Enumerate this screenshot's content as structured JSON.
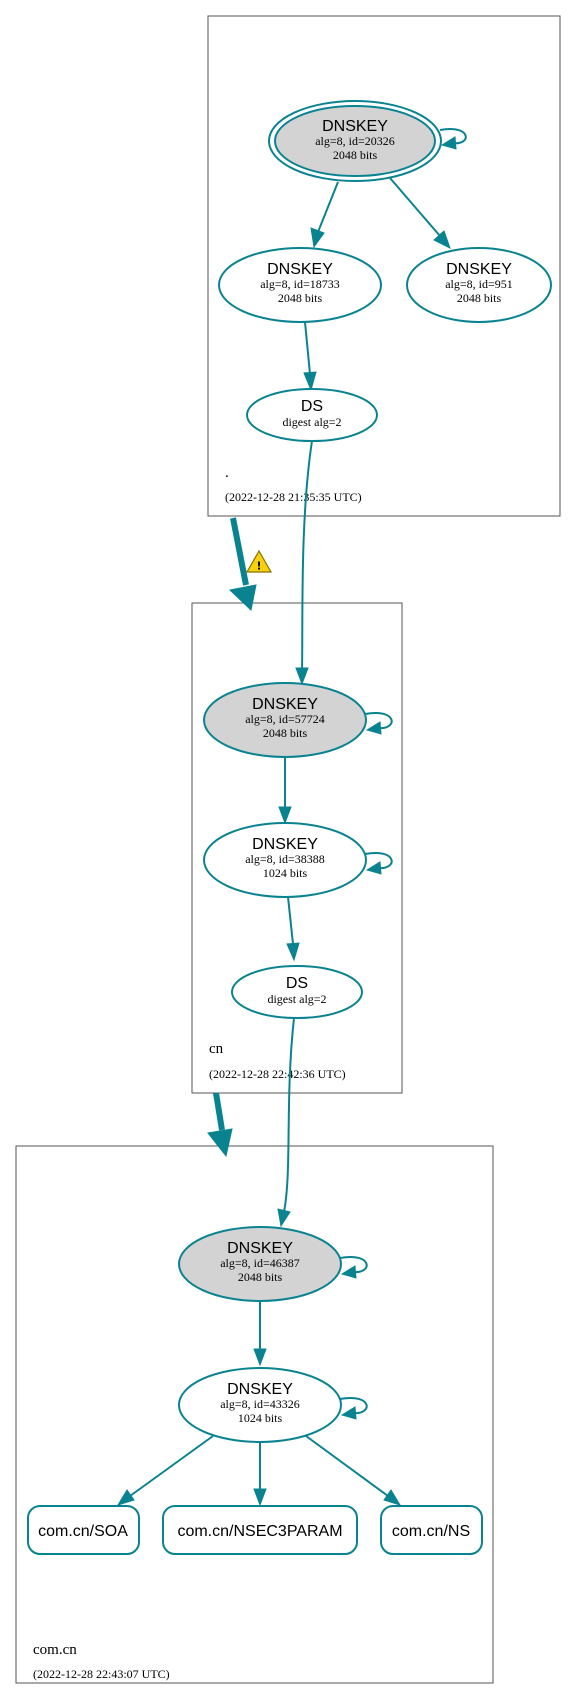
{
  "zones": {
    "root": {
      "name": ".",
      "timestamp": "(2022-12-28 21:35:35 UTC)"
    },
    "cn": {
      "name": "cn",
      "timestamp": "(2022-12-28 22:42:36 UTC)"
    },
    "comcn": {
      "name": "com.cn",
      "timestamp": "(2022-12-28 22:43:07 UTC)"
    }
  },
  "nodes": {
    "root_ksk": {
      "title": "DNSKEY",
      "line1": "alg=8, id=20326",
      "line2": "2048 bits"
    },
    "root_zsk": {
      "title": "DNSKEY",
      "line1": "alg=8, id=18733",
      "line2": "2048 bits"
    },
    "root_zsk2": {
      "title": "DNSKEY",
      "line1": "alg=8, id=951",
      "line2": "2048 bits"
    },
    "root_ds": {
      "title": "DS",
      "line1": "digest alg=2"
    },
    "cn_ksk": {
      "title": "DNSKEY",
      "line1": "alg=8, id=57724",
      "line2": "2048 bits"
    },
    "cn_zsk": {
      "title": "DNSKEY",
      "line1": "alg=8, id=38388",
      "line2": "1024 bits"
    },
    "cn_ds": {
      "title": "DS",
      "line1": "digest alg=2"
    },
    "comcn_ksk": {
      "title": "DNSKEY",
      "line1": "alg=8, id=46387",
      "line2": "2048 bits"
    },
    "comcn_zsk": {
      "title": "DNSKEY",
      "line1": "alg=8, id=43326",
      "line2": "1024 bits"
    }
  },
  "rrsets": {
    "soa": "com.cn/SOA",
    "nsec3param": "com.cn/NSEC3PARAM",
    "ns": "com.cn/NS"
  },
  "warning": {
    "glyph": "!",
    "icon": "warning-icon"
  },
  "colors": {
    "edge": "#0a8391",
    "ksk_fill": "#d3d3d3",
    "warning": "#f5d20b"
  }
}
